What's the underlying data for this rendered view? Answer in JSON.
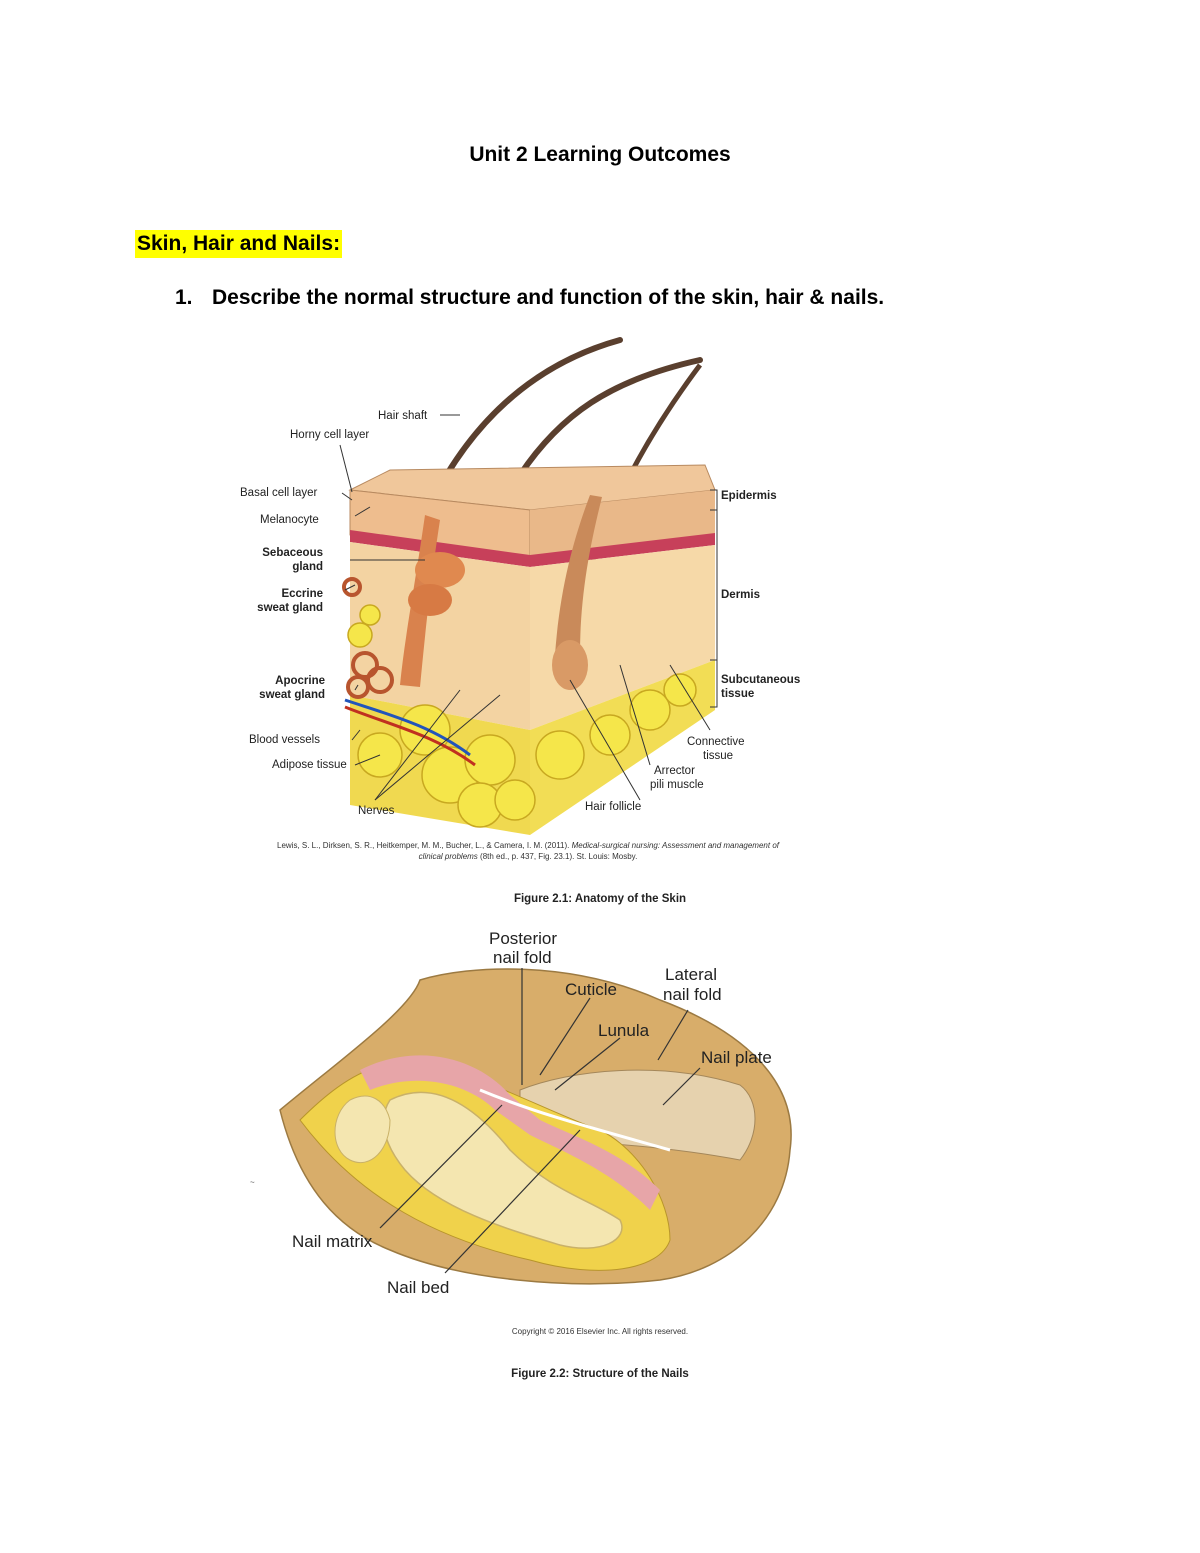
{
  "document": {
    "title": "Unit 2 Learning Outcomes",
    "section_heading": "Skin, Hair and Nails:",
    "item_number": "1.",
    "item_text": "Describe the normal structure and function of the skin, hair & nails."
  },
  "figure1": {
    "labels": {
      "hair_shaft": "Hair shaft",
      "horny_cell_layer": "Horny cell layer",
      "basal_cell_layer": "Basal cell layer",
      "melanocyte": "Melanocyte",
      "sebaceous": "Sebaceous",
      "gland": "gland",
      "eccrine": "Eccrine",
      "sweat_gland_e": "sweat gland",
      "apocrine": "Apocrine",
      "sweat_gland_a": "sweat gland",
      "blood_vessels": "Blood vessels",
      "adipose_tissue": "Adipose tissue",
      "nerves": "Nerves",
      "hair_follicle": "Hair follicle",
      "arrector": "Arrector",
      "pili_muscle": "pili muscle",
      "connective": "Connective",
      "tissue": "tissue",
      "epidermis": "Epidermis",
      "dermis": "Dermis",
      "subcutaneous": "Subcutaneous",
      "subcutaneous_tissue": "tissue"
    },
    "citation_line1": "Lewis, S. L., Dirksen, S. R., Heitkemper, M. M., Bucher, L., & Camera, I. M. (2011).",
    "citation_title1": "Medical-surgical nursing: Assessment and management of",
    "citation_title2": "clinical problems",
    "citation_line2": "(8th ed., p. 437, Fig. 23.1). St. Louis: Mosby.",
    "caption": "Figure 2.1: Anatomy of the Skin"
  },
  "figure2": {
    "labels": {
      "posterior": "Posterior",
      "nail_fold": "nail fold",
      "cuticle": "Cuticle",
      "lateral": "Lateral",
      "lateral_nail_fold": "nail fold",
      "lunula": "Lunula",
      "nail_plate": "Nail plate",
      "nail_matrix": "Nail matrix",
      "nail_bed": "Nail bed"
    },
    "copyright": "Copyright © 2016 Elsevier Inc. All rights reserved.",
    "caption": "Figure 2.2: Structure of the Nails"
  }
}
